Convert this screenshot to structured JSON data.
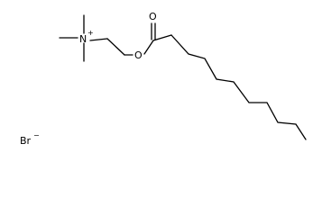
{
  "molecule": {
    "cation": {
      "nitrogen": "N",
      "nitrogen_charge": "+",
      "ester_oxygen": "O",
      "carbonyl_oxygen": "O"
    },
    "anion": {
      "symbol": "Br",
      "charge": "−"
    }
  },
  "colors": {
    "bond": "#000000",
    "text": "#000000",
    "background": "#ffffff"
  }
}
